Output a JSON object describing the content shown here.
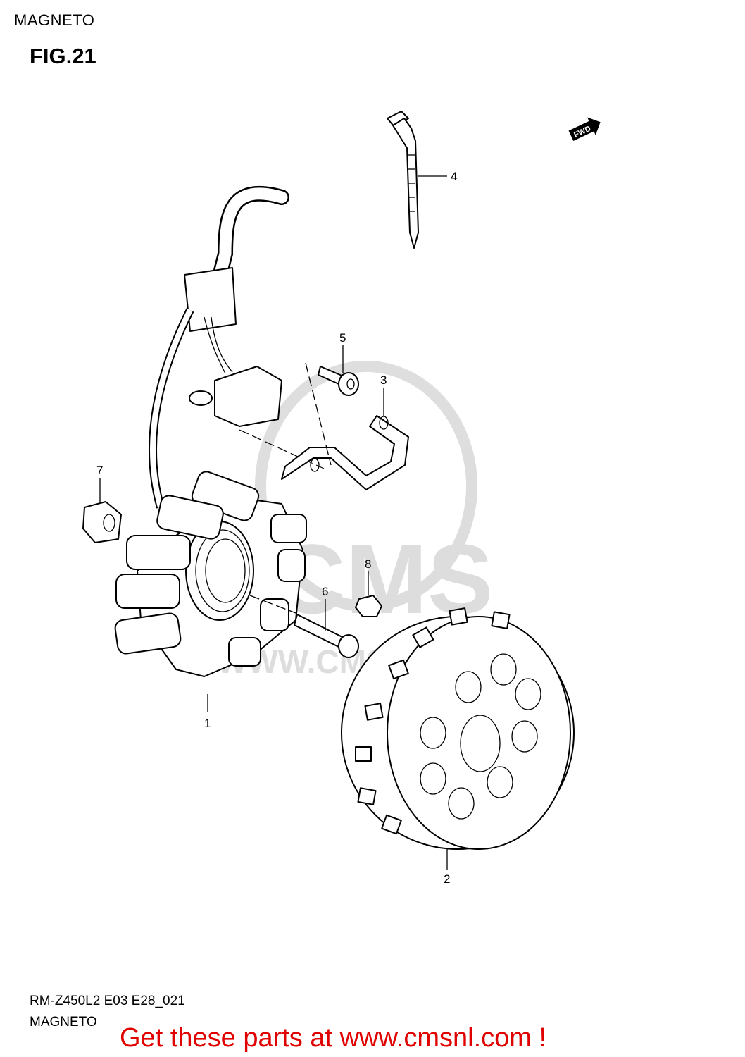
{
  "header": {
    "section": "MAGNETO",
    "figure": "FIG.21"
  },
  "direction_badge": {
    "text": "FWD"
  },
  "watermark": {
    "brand": "CMS",
    "url": "WWW.CMSNL.COM"
  },
  "callouts": [
    {
      "id": "1",
      "part": "stator"
    },
    {
      "id": "2",
      "part": "rotor"
    },
    {
      "id": "3",
      "part": "clamp"
    },
    {
      "id": "4",
      "part": "cable-tie"
    },
    {
      "id": "5",
      "part": "bolt"
    },
    {
      "id": "6",
      "part": "bolt"
    },
    {
      "id": "7",
      "part": "grommet"
    },
    {
      "id": "8",
      "part": "key"
    }
  ],
  "footer": {
    "code": "RM-Z450L2 E03 E28_021",
    "label": "MAGNETO",
    "cta": "Get these parts at www.cmsnl.com !",
    "cta_color": "#e00000"
  }
}
